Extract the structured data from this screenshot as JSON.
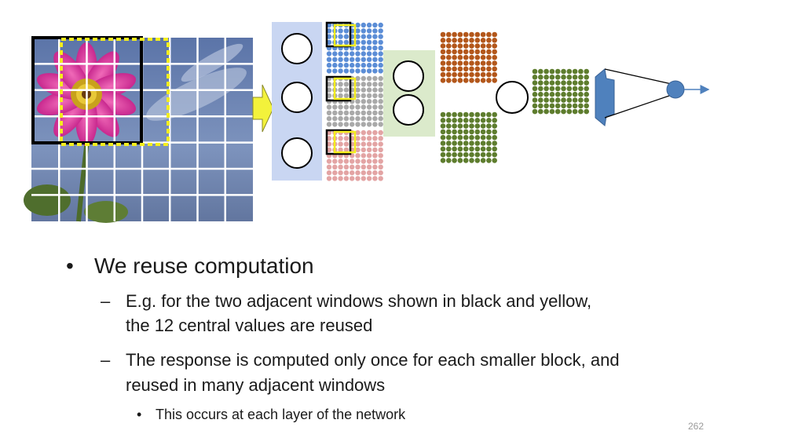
{
  "slide": {
    "bullets": [
      {
        "level": 1,
        "marker": "•",
        "text": "We reuse computation"
      },
      {
        "level": 2,
        "marker": "–",
        "lines": [
          "E.g. for the two adjacent windows shown in black and yellow,",
          "the 12 central values are reused"
        ]
      },
      {
        "level": 2,
        "marker": "–",
        "lines": [
          "The response is computed only once for each smaller block, and",
          "reused in many adjacent windows"
        ]
      },
      {
        "level": 3,
        "marker": "•",
        "text": "This occurs at each layer of the network"
      }
    ],
    "page_number": "262"
  },
  "colors": {
    "blue_dots": "#5b8dd6",
    "gray_dots": "#a9a9a9",
    "pink_dots": "#e3a4a4",
    "brown_dots": "#b3571b",
    "green_dots": "#5e7d2e",
    "panel_blue": "#c9d6f2",
    "panel_green": "#dbeacb",
    "arrow_yellow": "#f3f23b",
    "output_blue": "#4f81bd"
  }
}
